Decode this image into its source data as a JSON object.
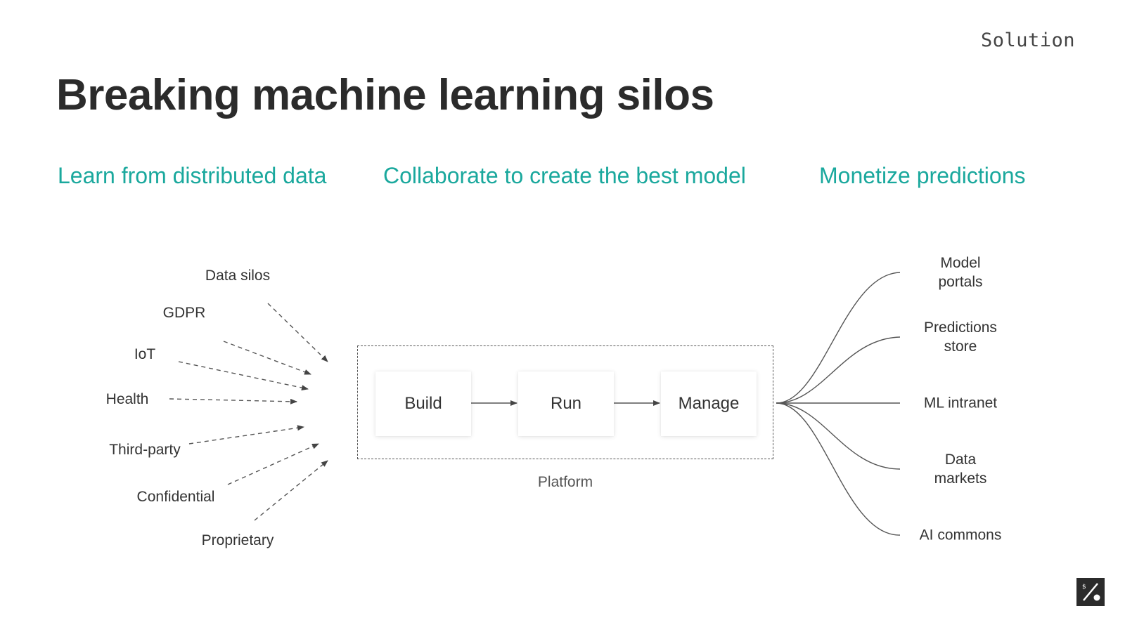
{
  "header": {
    "section": "Solution",
    "title": "Breaking machine learning silos"
  },
  "pillars": [
    "Learn from distributed data",
    "Collaborate to create the best model",
    "Monetize predictions"
  ],
  "sources": [
    "Data silos",
    "GDPR",
    "IoT",
    "Health",
    "Third-party",
    "Confidential",
    "Proprietary"
  ],
  "platform": {
    "label": "Platform",
    "stages": [
      "Build",
      "Run",
      "Manage"
    ]
  },
  "outputs": [
    "Model\nportals",
    "Predictions\nstore",
    "ML intranet",
    "Data\nmarkets",
    "AI commons"
  ],
  "colors": {
    "accent": "#1aa89d",
    "title": "#2b2b2b",
    "text": "#333333",
    "line": "#555555"
  },
  "icons": {
    "logo": "percent-logo-icon"
  }
}
